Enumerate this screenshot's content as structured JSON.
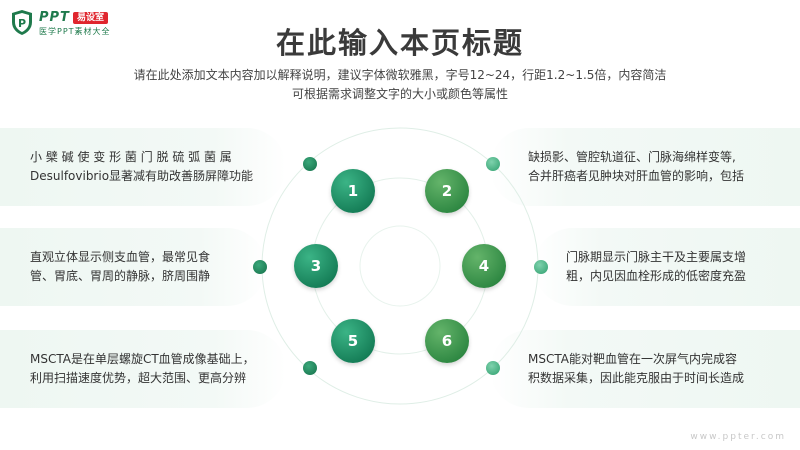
{
  "logo": {
    "ppt": "PPT",
    "badge": "易设室",
    "subtitle": "医学PPT素材大全"
  },
  "header": {
    "title": "在此输入本页标题",
    "subtitle_line1": "请在此处添加文本内容加以解释说明，建议字体微软雅黑，字号12~24，行距1.2~1.5倍，内容简洁",
    "subtitle_line2": "可根据需求调整文字的大小或颜色等属性"
  },
  "items": [
    {
      "number": "1",
      "line1": "小 檗 碱 使 变 形 菌 门 脱 硫 弧 菌 属",
      "line2": "Desulfovibrio显著减有助改善肠屏障功能"
    },
    {
      "number": "2",
      "line1": "缺损影、管腔轨道征、门脉海绵样变等,",
      "line2": "合并肝癌者见肿块对肝血管的影响，包括"
    },
    {
      "number": "3",
      "line1": "直观立体显示侧支血管，最常见食",
      "line2": "管、胃底、胃周的静脉，脐周围静"
    },
    {
      "number": "4",
      "line1": "门脉期显示门脉主干及主要属支增",
      "line2": "粗，内见因血栓形成的低密度充盈"
    },
    {
      "number": "5",
      "line1": "MSCTA是在单层螺旋CT血管成像基础上，",
      "line2": "利用扫描速度优势，超大范围、更高分辨"
    },
    {
      "number": "6",
      "line1": "MSCTA能对靶血管在一次屏气内完成容",
      "line2": "积数据采集，因此能克服由于时间长造成"
    }
  ],
  "footer": {
    "url": "www.ppter.com"
  },
  "colors": {
    "teal": "#137a54",
    "green": "#2b8540",
    "panel": "#eef7f2",
    "badge": "#e0262e"
  }
}
